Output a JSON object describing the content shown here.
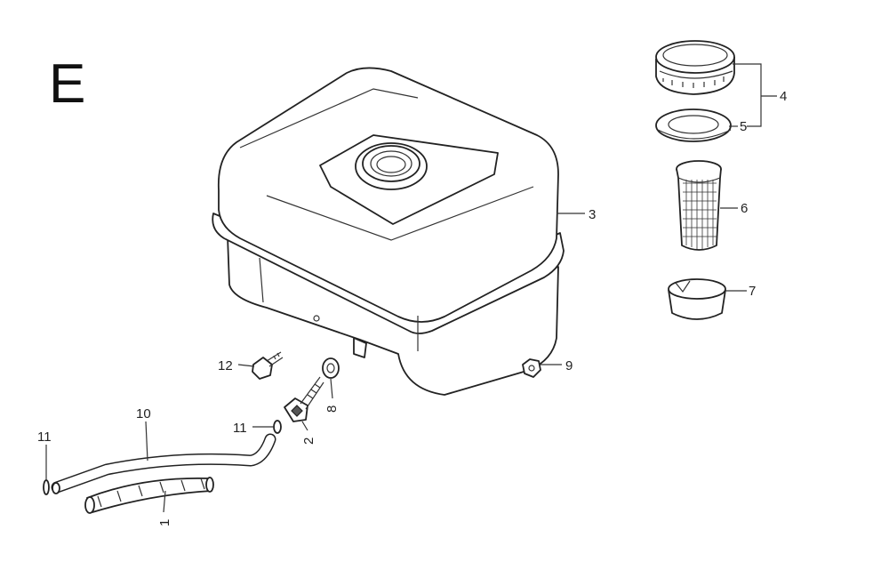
{
  "section_letter": "E",
  "callouts": {
    "c1": "1",
    "c2": "2",
    "c3": "3",
    "c4": "4",
    "c5": "5",
    "c6": "6",
    "c7": "7",
    "c8": "8",
    "c9": "9",
    "c10": "10",
    "c11a": "11",
    "c11b": "11",
    "c12": "12"
  }
}
